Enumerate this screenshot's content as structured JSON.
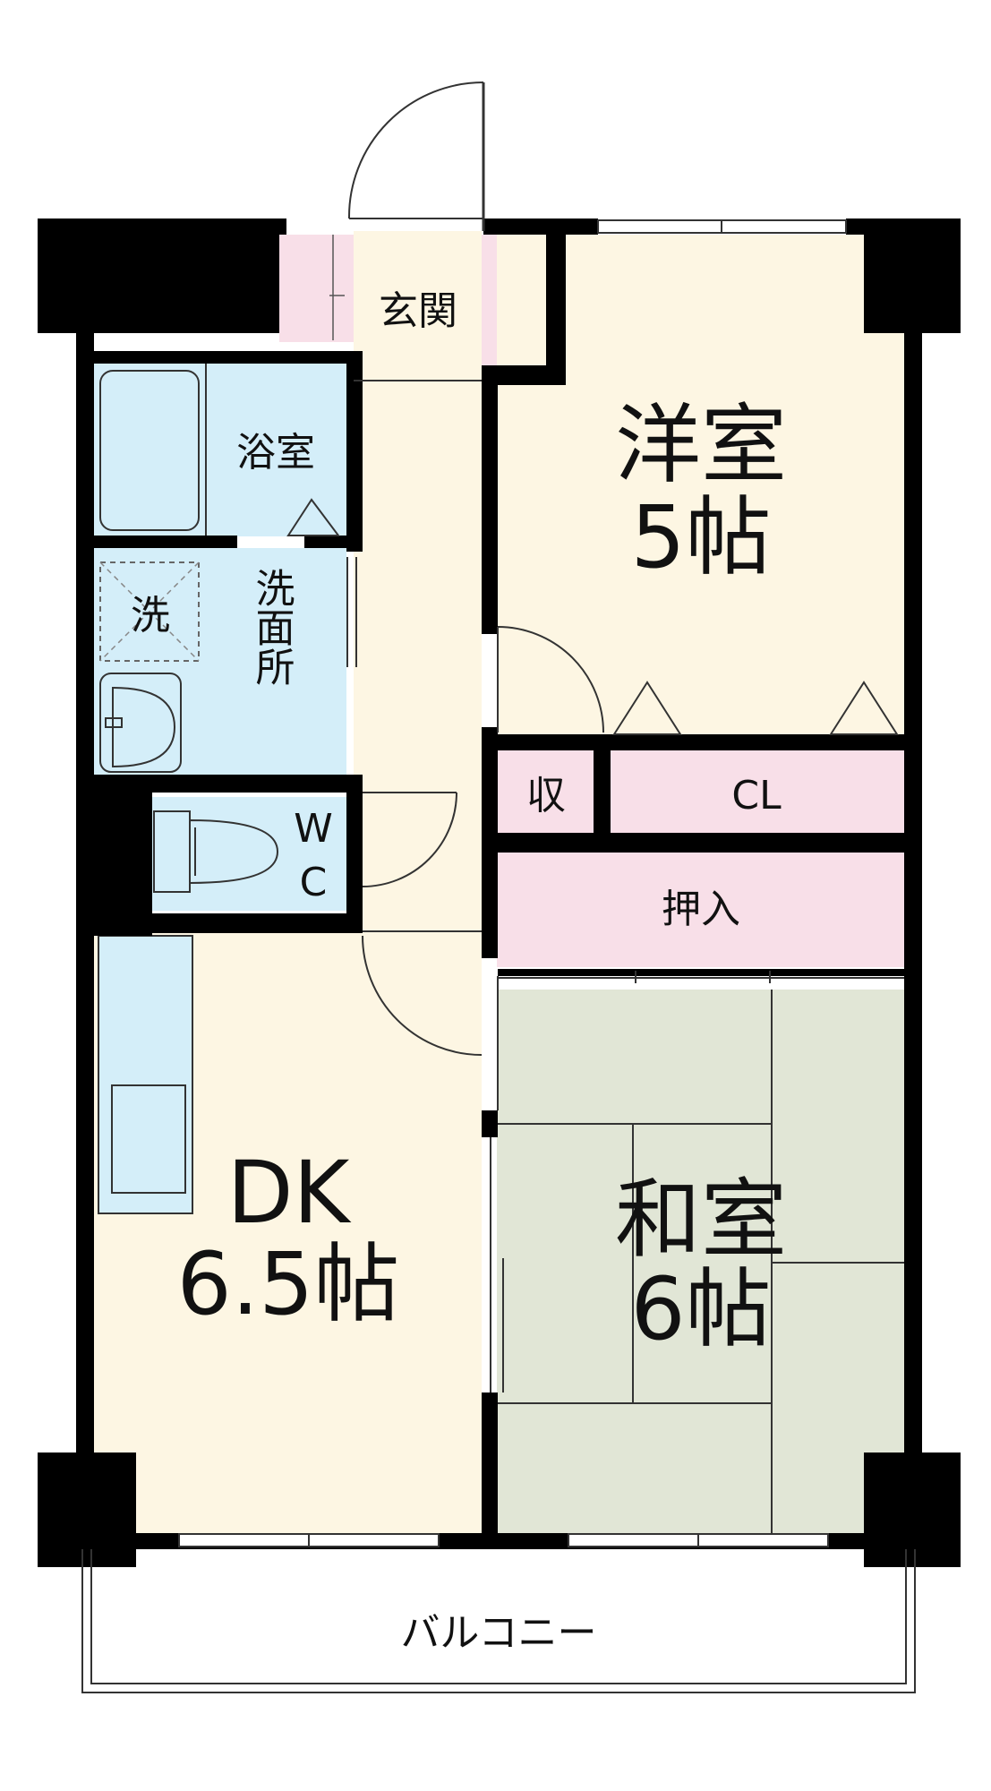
{
  "rooms": {
    "entrance": "玄関",
    "bath": "浴室",
    "washroom": "洗面所",
    "washer": "洗",
    "wc_w": "W",
    "wc_c": "C",
    "western_name": "洋室",
    "western_size": "5帖",
    "storage": "収",
    "closet": "CL",
    "oshiire": "押入",
    "dk_name": "DK",
    "dk_size": "6.5帖",
    "japanese_name": "和室",
    "japanese_size": "6帖",
    "balcony": "バルコニー"
  },
  "colors": {
    "entrance_pink": "#f8dfe8",
    "wet_blue": "#d4eef9",
    "floor_cream": "#fdf6e3",
    "tatami_green": "#e1e6d6",
    "wall": "#000000"
  }
}
